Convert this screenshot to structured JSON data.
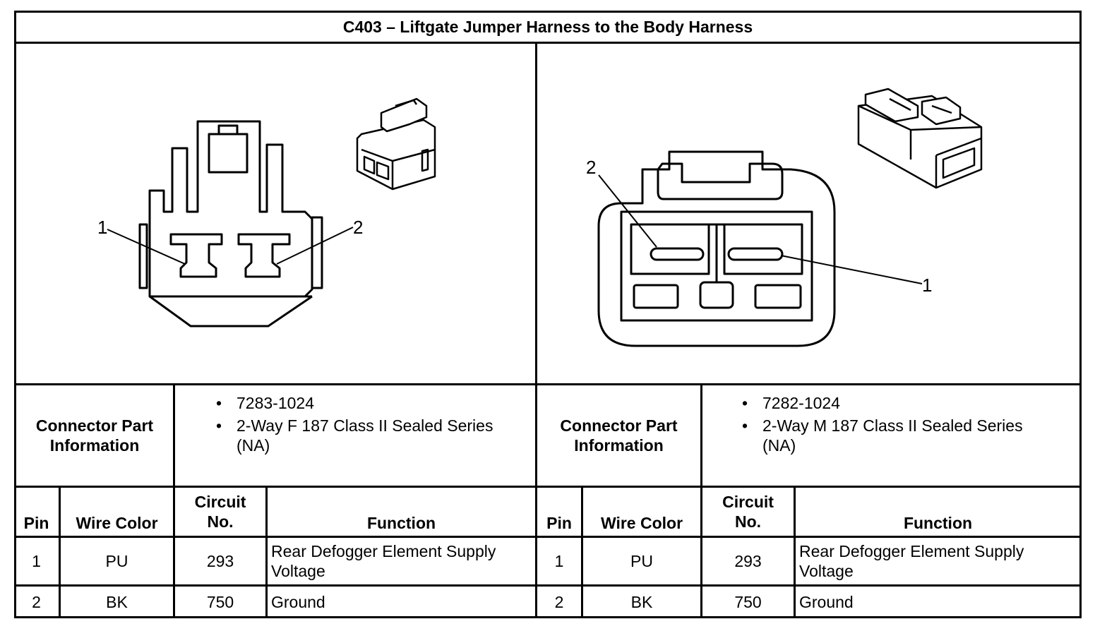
{
  "title": "C403 – Liftgate Jumper Harness to the Body Harness",
  "diagram": {
    "left_pin_labels": [
      "1",
      "2"
    ],
    "right_pin_labels": [
      "2",
      "1"
    ]
  },
  "left": {
    "connector_label": "Connector Part Information",
    "part_info": [
      "7283-1024",
      "2-Way F 187 Class II Sealed Series (NA)"
    ],
    "headers": {
      "pin": "Pin",
      "wire_color": "Wire Color",
      "circuit": "Circuit No.",
      "function": "Function"
    },
    "rows": [
      {
        "pin": "1",
        "wire_color": "PU",
        "circuit": "293",
        "function": "Rear Defogger Element Supply Voltage"
      },
      {
        "pin": "2",
        "wire_color": "BK",
        "circuit": "750",
        "function": "Ground"
      }
    ]
  },
  "right": {
    "connector_label": "Connector Part Information",
    "part_info": [
      "7282-1024",
      "2-Way M 187 Class II Sealed Series (NA)"
    ],
    "headers": {
      "pin": "Pin",
      "wire_color": "Wire Color",
      "circuit": "Circuit No.",
      "function": "Function"
    },
    "rows": [
      {
        "pin": "1",
        "wire_color": "PU",
        "circuit": "293",
        "function": "Rear Defogger Element Supply Voltage"
      },
      {
        "pin": "2",
        "wire_color": "BK",
        "circuit": "750",
        "function": "Ground"
      }
    ]
  },
  "bullet_symbol": "•"
}
